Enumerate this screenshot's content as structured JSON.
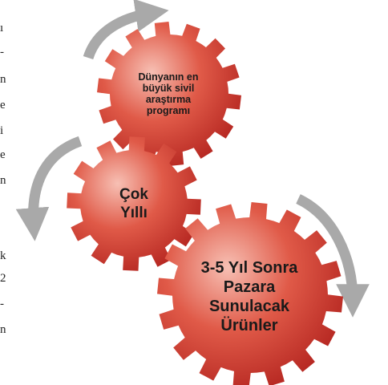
{
  "gears": [
    {
      "label_lines": [
        "Dünyanın en",
        "büyük sivil",
        "araştırma",
        "programı"
      ]
    },
    {
      "label_lines": [
        "Çok",
        "Yıllı"
      ]
    },
    {
      "label_lines": [
        "3-5 Yıl Sonra",
        "Pazara",
        "Sunulacak",
        "Ürünler"
      ]
    }
  ],
  "gear_gradient": {
    "highlight": "#f7c0b4",
    "mid": "#e05a48",
    "dark": "#b0201c"
  },
  "arrow_color": "#a9a9a9",
  "edge_fragments": [
    "ı",
    "-",
    "n",
    "e",
    "i",
    "e",
    "n",
    "k",
    "2",
    "-",
    "n"
  ]
}
